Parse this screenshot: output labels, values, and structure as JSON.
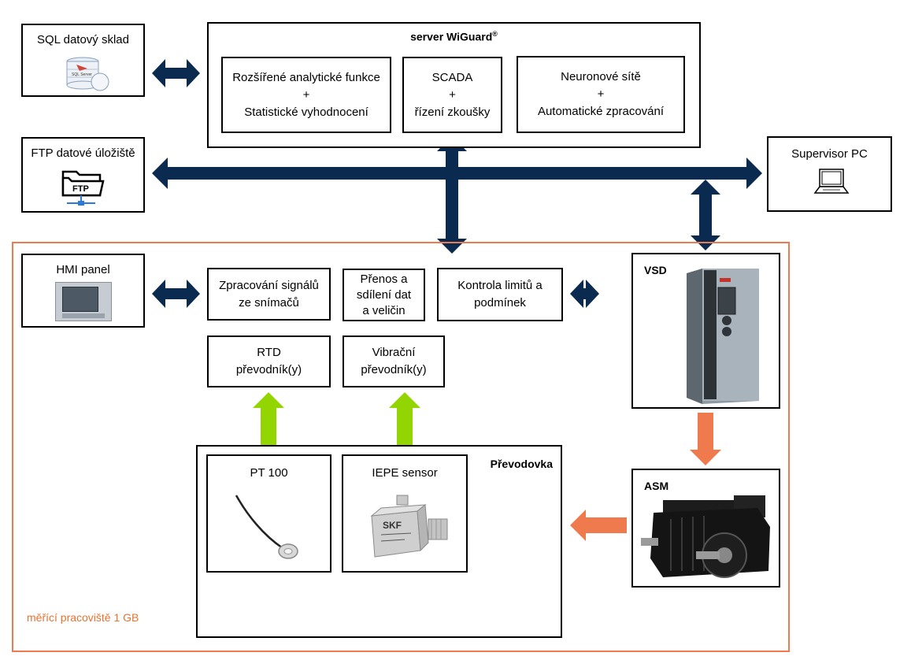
{
  "sql_box": {
    "label": "SQL datový sklad",
    "icon": "sql-server-icon",
    "icon_text": "SQL Server"
  },
  "ftp_box": {
    "label": "FTP datové úložiště",
    "icon": "ftp-folder-icon",
    "icon_text": "FTP"
  },
  "supervisor_box": {
    "label": "Supervisor PC",
    "icon": "laptop-icon"
  },
  "server": {
    "title": "server WiGuard",
    "title_sup": "®",
    "modules": [
      {
        "lines": [
          "Rozšířené analytické funkce",
          "+",
          "Statistické vyhodnocení"
        ]
      },
      {
        "lines": [
          "SCADA",
          "+",
          "řízení zkoušky"
        ]
      },
      {
        "lines": [
          "Neuronové sítě",
          "+",
          "Automatické zpracování"
        ]
      }
    ]
  },
  "station": {
    "label": "měřící pracoviště 1 GB",
    "hmi": {
      "label": "HMI panel",
      "icon": "hmi-panel-image"
    },
    "signal_processing": {
      "lines": [
        "Zpracování signálů",
        "ze snímačů"
      ]
    },
    "data_transfer": {
      "lines": [
        "Přenos a",
        "sdílení dat",
        "a veličin"
      ]
    },
    "limit_check": {
      "lines": [
        "Kontrola limitů a",
        "podmínek"
      ]
    },
    "rtd_converter": {
      "lines": [
        "RTD",
        "převodník(y)"
      ]
    },
    "vibration_converter": {
      "lines": [
        "Vibrační",
        "převodník(y)"
      ]
    },
    "gearbox": {
      "label": "Převodovka",
      "pt100": {
        "label": "PT 100",
        "icon": "pt100-sensor-image"
      },
      "iepe": {
        "label": "IEPE sensor",
        "icon": "iepe-sensor-image",
        "brand_text": "SKF"
      }
    }
  },
  "vsd": {
    "label": "VSD",
    "icon": "vsd-drive-image"
  },
  "asm": {
    "label": "ASM",
    "icon": "asm-motor-image"
  },
  "colors": {
    "bus": "#0b2a4f",
    "green": "#93d500",
    "orange": "#ee7a4d",
    "region": "#ee7a4d"
  }
}
